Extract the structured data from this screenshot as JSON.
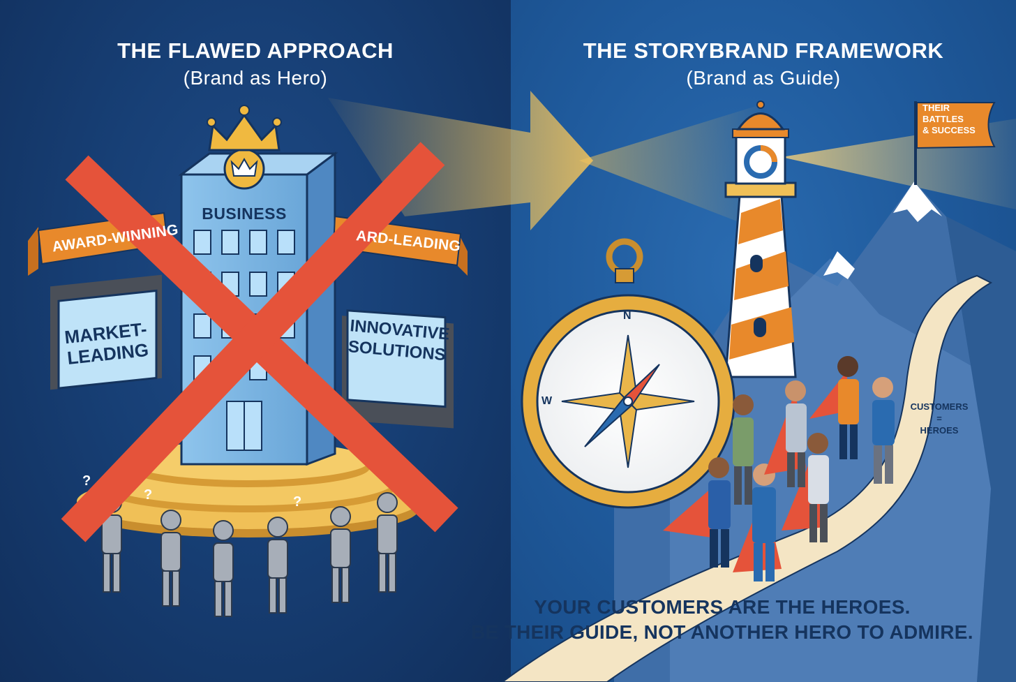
{
  "left": {
    "title": "THE FLAWED APPROACH",
    "subtitle": "(Brand as Hero)",
    "building_label": "BUSINESS",
    "banner_left": "AWARD-WINNING",
    "banner_right": "ARD-LEADING",
    "sign_left": [
      "MARKET-",
      "LEADING"
    ],
    "sign_right": [
      "INNOVATIVE",
      "SOLUTIONS"
    ]
  },
  "right": {
    "title": "THE STORYBRAND FRAMEWORK",
    "subtitle": "(Brand as Guide)",
    "flag": [
      "THEIR",
      "BATTLES",
      "& SUCCESS"
    ],
    "customers_label": [
      "CUSTOMERS",
      "=",
      "HEROES"
    ],
    "compass": {
      "north": "N",
      "west": "W"
    },
    "lighthouse_logo": "C",
    "tagline": [
      "YOUR CUSTOMERS ARE THE HEROES.",
      "BE THEIR GUIDE, NOT ANOTHER HERO TO ADMIRE."
    ]
  },
  "colors": {
    "left_bg": "#173f75",
    "right_bg": "#1f5a9c",
    "accent_orange": "#e8892b",
    "gold": "#e9b64a",
    "cross_red": "#e5533a",
    "ink": "#15345e"
  }
}
